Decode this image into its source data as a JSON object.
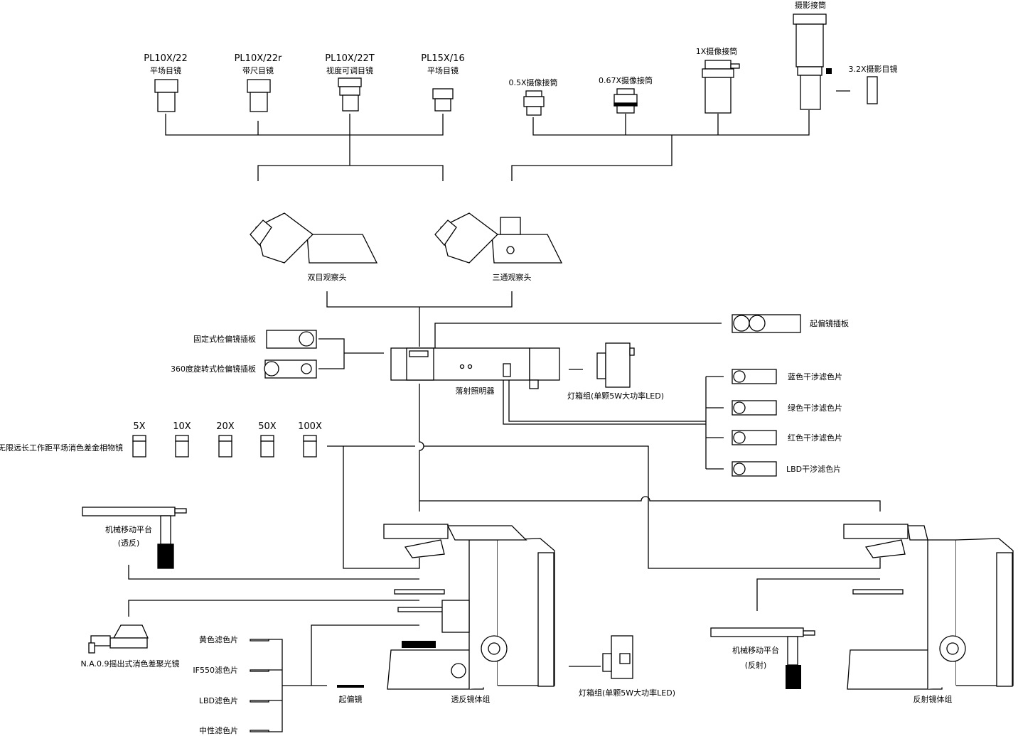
{
  "eyepieces": [
    {
      "model": "PL10X/22",
      "name": "平场目镜"
    },
    {
      "model": "PL10X/22r",
      "name": "带尺目镜"
    },
    {
      "model": "PL10X/22T",
      "name": "视度可调目镜"
    },
    {
      "model": "PL15X/16",
      "name": "平场目镜"
    }
  ],
  "camera": {
    "adapter_05": "0.5X摄像接筒",
    "adapter_067": "0.67X摄像接筒",
    "adapter_1": "1X摄像接筒",
    "photo_tube": "摄影接筒",
    "photo_eyepiece": "3.2X摄影目镜"
  },
  "heads": {
    "binocular": "双目观察头",
    "trinocular": "三通观察头"
  },
  "analyzers": {
    "fixed": "固定式检偏镜插板",
    "rotating": "360度旋转式检偏镜插板"
  },
  "polarizer_slider": "起偏镜插板",
  "epi_illuminator": "落射照明器",
  "lamp_epi": "灯箱组(单颗5W大功率LED)",
  "interference_filters": [
    "蓝色干涉滤色片",
    "绿色干涉滤色片",
    "红色干涉滤色片",
    "LBD干涉滤色片"
  ],
  "objectives": {
    "label": "无限远长工作距平场消色差金相物镜",
    "mags": [
      "5X",
      "10X",
      "20X",
      "50X",
      "100X"
    ]
  },
  "stage_tr": {
    "name": "机械移动平台",
    "sub": "(透反)"
  },
  "condenser": "N.A.0.9摇出式消色差聚光镜",
  "filters": [
    "黄色滤色片",
    "IF550滤色片",
    "LBD滤色片",
    "中性滤色片"
  ],
  "polarizer": "起偏镜",
  "body_tr": "透反镜体组",
  "lamp_tr": "灯箱组(单颗5W大功率LED)",
  "stage_r": {
    "name": "机械移动平台",
    "sub": "(反射)"
  },
  "body_r": "反射镜体组"
}
